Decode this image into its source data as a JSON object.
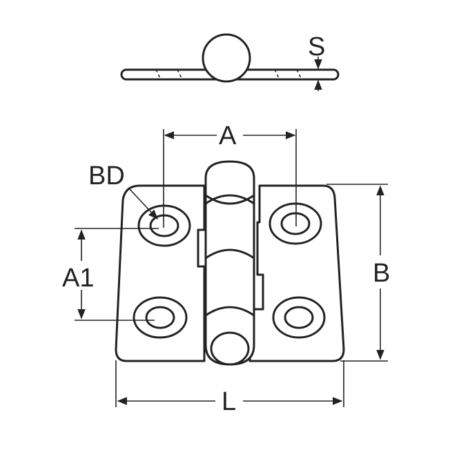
{
  "diagram": {
    "dimension_labels": {
      "thickness": "S",
      "hole_spacing_horizontal": "A",
      "bore_diameter": "BD",
      "hole_spacing_vertical": "A1",
      "height": "B",
      "length": "L"
    },
    "colors": {
      "line": "#222222",
      "background": "#ffffff"
    }
  }
}
